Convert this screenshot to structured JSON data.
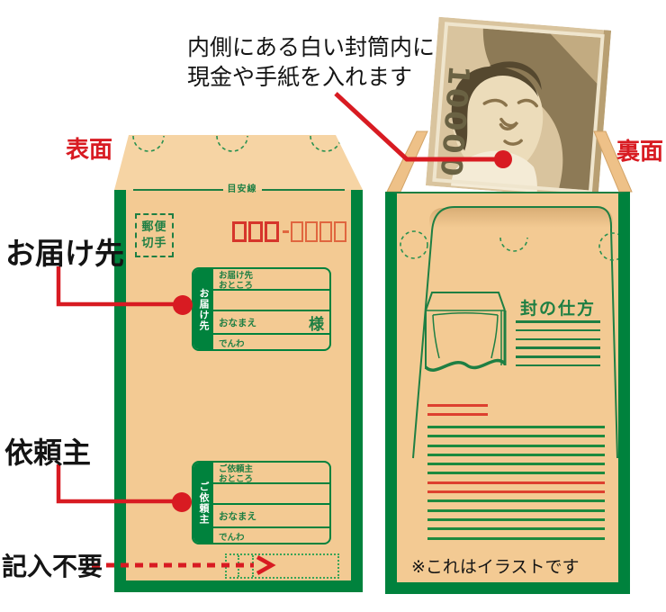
{
  "annotation": {
    "line1": "内側にある白い封筒内に",
    "line2": "現金や手紙を入れます"
  },
  "labels": {
    "front_side": "表面",
    "back_side": "裏面",
    "delivery": "お届け先",
    "sender": "依頼主",
    "no_entry": "記入不要"
  },
  "front_envelope": {
    "fold_line_label": "目安線",
    "stamp_box": {
      "line1": "郵便",
      "line2": "切手"
    },
    "postal_code": {
      "thick_boxes": 3,
      "thin_boxes": 4
    },
    "delivery_box": {
      "vertical_label": "お届け先",
      "address_label_1": "お届け先",
      "address_label_2": "おところ",
      "name_label": "おなまえ",
      "honorific": "様",
      "phone_label": "でんわ"
    },
    "sender_box": {
      "vertical_label": "ご依頼主",
      "address_label_1": "ご依頼主",
      "address_label_2": "おところ",
      "name_label": "おなまえ",
      "phone_label": "でんわ"
    }
  },
  "back_envelope": {
    "seal_instructions_title": "封の仕方",
    "disclaimer": "※これはイラストです",
    "writing_lines": {
      "title_lines": 6,
      "short_red": 2,
      "green_group1": 6,
      "red_full": 2,
      "green_group2": 5
    }
  },
  "banknote": {
    "value": "10000"
  },
  "colors": {
    "envelope_tan": "#f3ca93",
    "flap_tan": "#f6d4a4",
    "border_green": "#00823d",
    "line_green": "#1e7f43",
    "accent_red": "#d81b22",
    "postal_thick_red": "#d6352b",
    "postal_thin_red": "#e0663f"
  }
}
